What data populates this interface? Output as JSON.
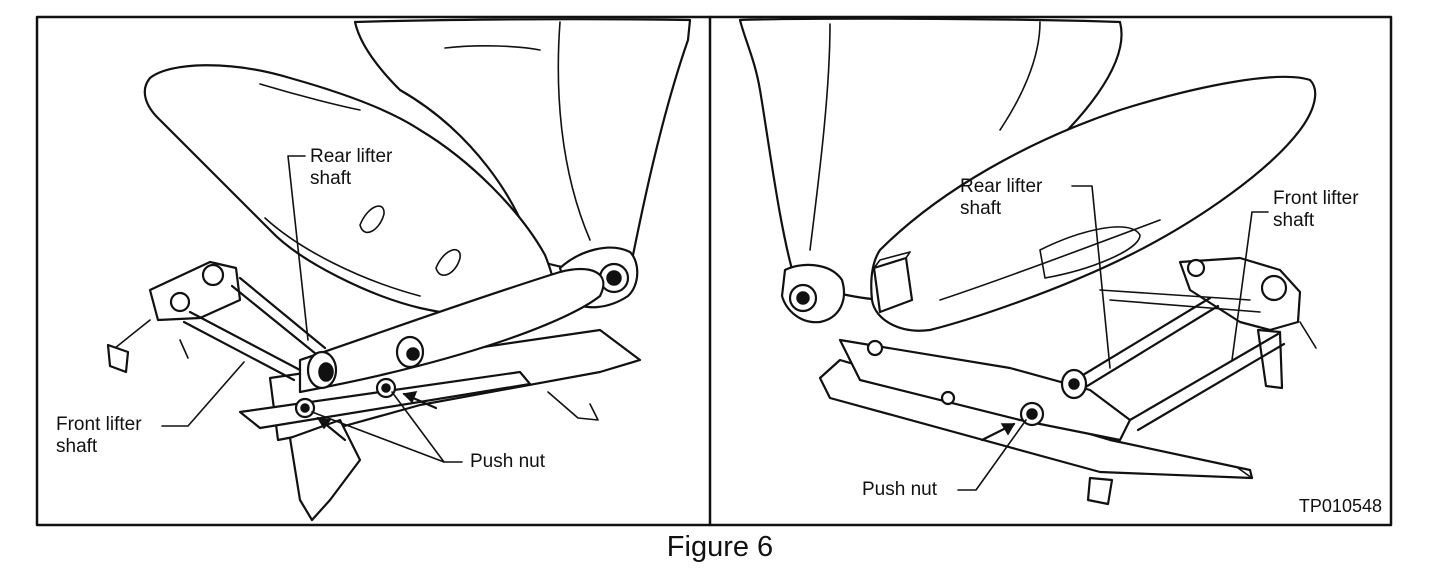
{
  "left_panel": {
    "rear_lifter_shaft_line1": "Rear lifter",
    "rear_lifter_shaft_line2": "shaft",
    "front_lifter_shaft_line1": "Front lifter",
    "front_lifter_shaft_line2": "shaft",
    "push_nut": "Push nut"
  },
  "right_panel": {
    "rear_lifter_shaft_line1": "Rear lifter",
    "rear_lifter_shaft_line2": "shaft",
    "front_lifter_shaft_line1": "Front lifter",
    "front_lifter_shaft_line2": "shaft",
    "push_nut": "Push nut",
    "image_code": "TP010548"
  },
  "caption": "Figure 6",
  "colors": {
    "ink": "#111111",
    "paper": "#ffffff"
  }
}
